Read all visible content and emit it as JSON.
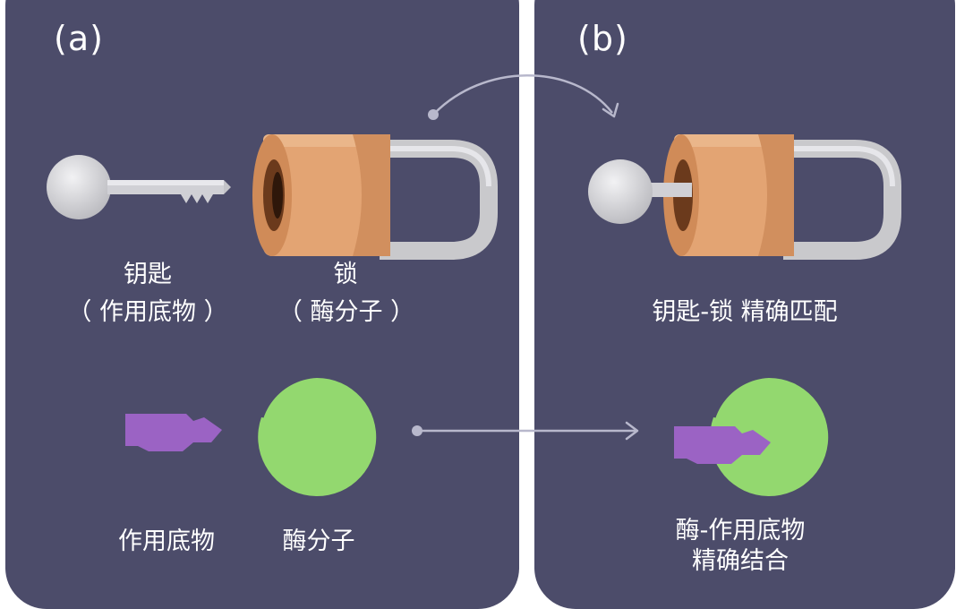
{
  "panel_a": {
    "label": "(a)",
    "key_label": "钥匙",
    "key_sublabel": "（ 作用底物 ）",
    "lock_label": "锁",
    "lock_sublabel": "（ 酶分子 ）",
    "substrate_label": "作用底物",
    "enzyme_label": "酶分子"
  },
  "panel_b": {
    "label": "(b)",
    "key_lock_caption": "钥匙-锁 精确匹配",
    "enzyme_substrate_caption_line1": "酶-作用底物",
    "enzyme_substrate_caption_line2": "精确结合"
  },
  "colors": {
    "panel_bg": "#4c4c6a",
    "lock_body": "#e3a473",
    "lock_shackle": "#c9c9cc",
    "key_metal": "#d4d4d8",
    "substrate": "#9b63c4",
    "enzyme": "#93d86f",
    "arrow": "#b8b8cc"
  }
}
